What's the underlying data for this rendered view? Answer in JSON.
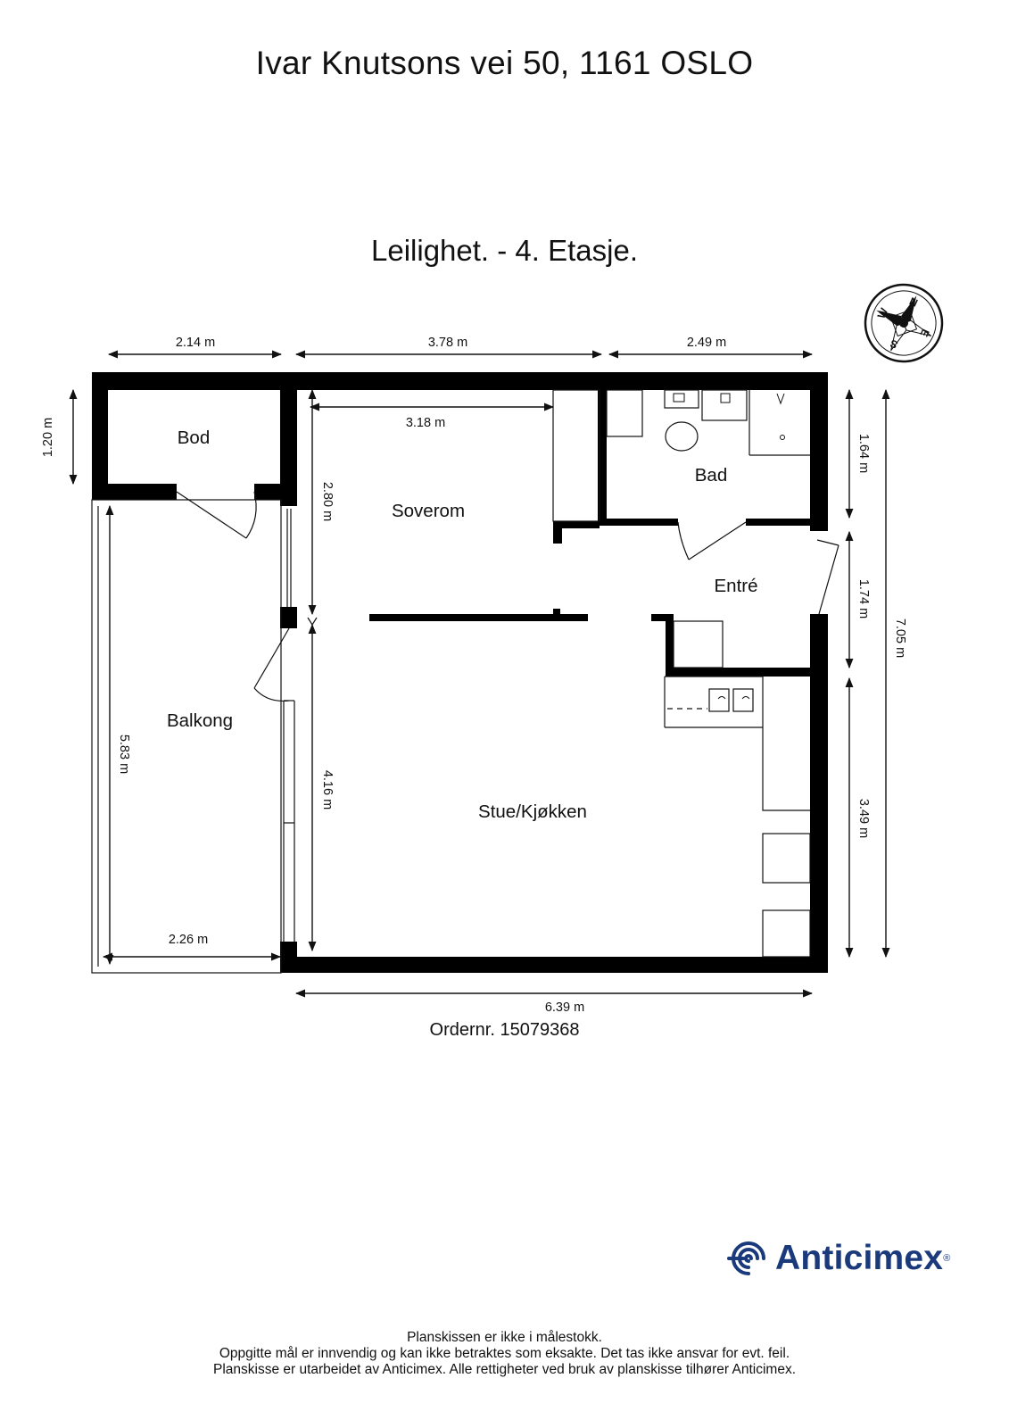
{
  "header": {
    "address": "Ivar Knutsons vei 50, 1161 OSLO",
    "floor": "Leilighet.  - 4. Etasje."
  },
  "compass": {
    "letters": [
      "W",
      "N",
      "E",
      "S"
    ]
  },
  "rooms": {
    "bod": "Bod",
    "soverom": "Soverom",
    "bad": "Bad",
    "entre": "Entré",
    "balkong": "Balkong",
    "stue": "Stue/Kjøkken"
  },
  "dimensions": {
    "top_left": "2.14 m",
    "top_mid": "3.78 m",
    "top_right": "2.49 m",
    "soverom_width": "3.18 m",
    "bod_height": "1.20 m",
    "soverom_height": "2.80 m",
    "balkong_height": "5.83 m",
    "stue_height": "4.16 m",
    "balkong_width": "2.26 m",
    "bad_height": "1.64 m",
    "entre_height": "1.74 m",
    "kitchen_height": "3.49 m",
    "total_height": "7.05 m",
    "total_width": "6.39 m"
  },
  "order": "Ordernr. 15079368",
  "brand": {
    "name": "Anticimex",
    "mark": "®",
    "color": "#1a3a7c"
  },
  "footer": {
    "line1": "Planskissen er ikke i målestokk.",
    "line2": "Oppgitte mål er innvendig og kan ikke betraktes som eksakte. Det tas ikke ansvar for evt. feil.",
    "line3": "Planskisse er utarbeidet av Anticimex. Alle rettigheter ved bruk av planskisse tilhører Anticimex."
  }
}
